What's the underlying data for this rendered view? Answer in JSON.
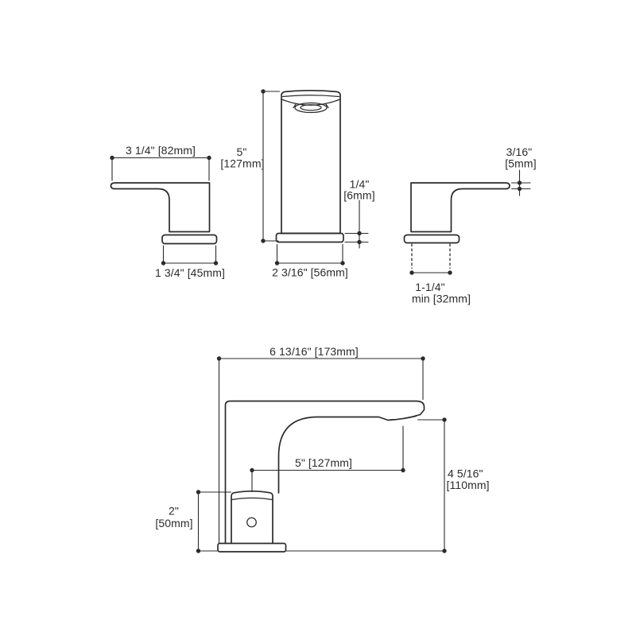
{
  "colors": {
    "line": "#2b2b2b",
    "text": "#2b2b2b",
    "background": "#ffffff"
  },
  "front_view": {
    "left_handle_width": "3 1/4\" [82mm]",
    "left_handle_base": "1 3/4\" [45mm]",
    "spout_height_in": "5\"",
    "spout_height_mm": "[127mm]",
    "spout_base": "2 3/16\" [56mm]",
    "deck_plate_thickness_in": "1/4\"",
    "deck_plate_thickness_mm": "[6mm]",
    "lever_thickness_in": "3/16\"",
    "lever_thickness_mm": "[5mm]",
    "mount_hole_min_in": "1-1/4\"",
    "mount_hole_min_mm": "min [32mm]"
  },
  "side_view": {
    "overall_depth": "6 13/16\" [173mm]",
    "spout_reach": "5\" [127mm]",
    "spout_height_in": "4 5/16\"",
    "spout_height_mm": "[110mm]",
    "handle_height_in": "2\"",
    "handle_height_mm": "[50mm]"
  }
}
